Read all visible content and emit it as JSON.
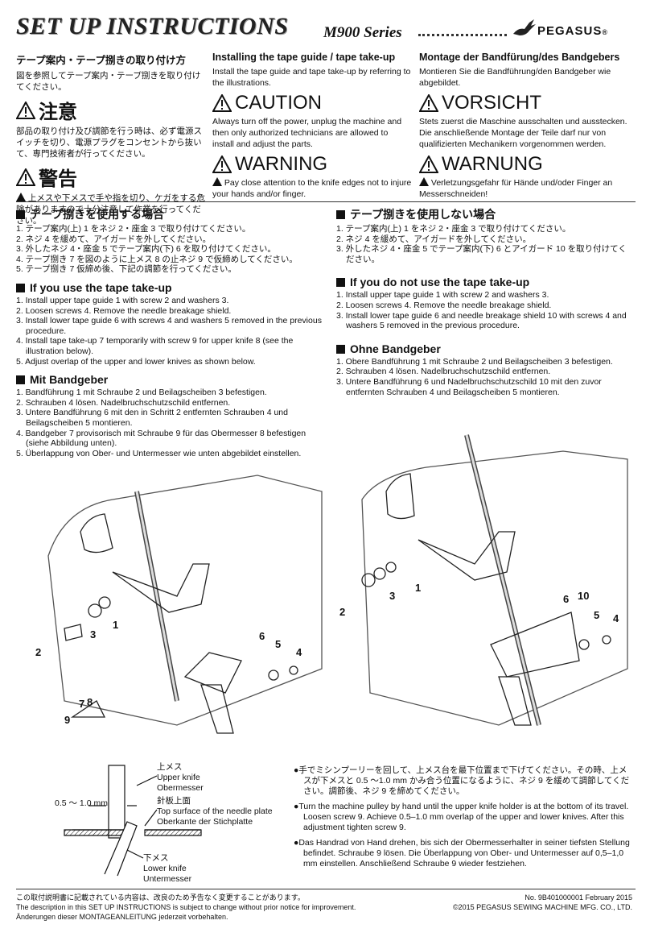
{
  "header": {
    "title": "SET UP INSTRUCTIONS",
    "series": "M900 Series",
    "brand": "PEGASUS",
    "reg": "®"
  },
  "jp": {
    "heading": "テープ案内・テープ捌きの取り付け方",
    "body": "図を参照してテープ案内・テープ捌きを取り付けてください。",
    "caution_title": "注意",
    "caution_text": "部品の取り付け及び調節を行う時は、必ず電源スイッチを切り、電源プラグをコンセントから抜いて、専門技術者が行ってください。",
    "warning_title": "警告",
    "warning_text": "上メスや下メスで手や指を切り、ケガをする危険がありますので十分注意して作業を行ってください。"
  },
  "en": {
    "heading": "Installing the tape guide / tape take-up",
    "body": "Install the tape guide and tape take-up by referring to the illustrations.",
    "caution_title": "CAUTION",
    "caution_text": "Always turn off the power, unplug the machine and then only authorized technicians are allowed to install and adjust the parts.",
    "warning_title": "WARNING",
    "warning_text": "Pay close attention to the knife edges not to injure your hands and/or finger."
  },
  "de": {
    "heading": "Montage der Bandfürung/des Bandgebers",
    "body": "Montieren Sie die Bandführung/den Bandgeber wie abgebildet.",
    "caution_title": "VORSICHT",
    "caution_text": "Stets zuerst die Maschine ausschalten und ausstecken. Die anschließende Montage der Teile darf nur von qualifizierten Mechanikern vorgenommen werden.",
    "warning_title": "WARNUNG",
    "warning_text": "Verletzungsgefahr für Hände und/oder Finger an Messerschneiden!"
  },
  "left": {
    "jp_heading": "テープ捌きを使用する場合",
    "jp_steps": [
      "1. テープ案内(上) 1 をネジ 2・座金 3 で取り付けてください。",
      "2. ネジ 4 を緩めて、アイガードを外してください。",
      "3. 外したネジ 4・座金 5 でテープ案内(下) 6 を取り付けてください。",
      "4. テープ捌き 7 を図のように上メス 8 の止ネジ 9 で仮締めしてください。",
      "5. テープ捌き 7 仮締め後、下記の調節を行ってください。"
    ],
    "en_heading": "If you use the tape take-up",
    "en_steps": [
      "1. Install upper tape guide 1 with screw 2 and washers 3.",
      "2. Loosen screws 4.  Remove the needle breakage shield.",
      "3. Install lower tape guide 6 with screws 4 and washers 5 removed in the previous procedure.",
      "4. Install tape take-up 7 temporarily with screw 9 for upper knife 8 (see the illustration below).",
      "5. Adjust overlap of the upper and lower knives as shown below."
    ],
    "de_heading": "Mit Bandgeber",
    "de_steps": [
      "1. Bandführung 1 mit Schraube 2 und Beilagscheiben 3 befestigen.",
      "2. Schrauben 4 lösen.  Nadelbruchschutzschild entfernen.",
      "3. Untere Bandführung 6 mit den in Schritt 2 entfernten Schrauben 4 und Beilagscheiben 5 montieren.",
      "4. Bandgeber 7 provisorisch mit Schraube 9 für das Obermesser 8 befestigen (siehe Abbildung unten).",
      "5. Überlappung von Ober- und Untermesser wie unten abgebildet einstellen."
    ]
  },
  "right": {
    "jp_heading": "テープ捌きを使用しない場合",
    "jp_steps": [
      "1. テープ案内(上) 1 をネジ 2・座金 3 で取り付けてください。",
      "2. ネジ 4 を緩めて、アイガードを外してください。",
      "3. 外したネジ 4・座金 5 でテープ案内(下) 6 とアイガード 10 を取り付けてください。"
    ],
    "en_heading": "If you do not use the tape take-up",
    "en_steps": [
      "1. Install upper tape guide 1 with screw 2 and washers 3.",
      "2. Loosen screws 4.  Remove the needle breakage shield.",
      "3. Install lower tape guide 6 and needle breakage shield 10 with screws 4 and washers 5 removed in the previous procedure."
    ],
    "de_heading": "Ohne Bandgeber",
    "de_steps": [
      "1. Obere Bandführung 1 mit Schraube 2 und Beilagscheiben 3 befestigen.",
      "2. Schrauben 4 lösen.  Nadelbruchschutzschild entfernen.",
      "3. Untere Bandführung 6 und Nadelbruchschutzschild 10 mit den zuvor entfernten Schrauben 4 und Beilagscheiben 5 montieren."
    ]
  },
  "figure_labels": {
    "left": [
      "1",
      "2",
      "3",
      "4",
      "5",
      "6",
      "7",
      "8",
      "9"
    ],
    "right": [
      "1",
      "2",
      "3",
      "4",
      "5",
      "6",
      "10"
    ]
  },
  "knife_diagram": {
    "gap": "0.5 ～ 1.0 mm",
    "upper_jp": "上メス",
    "upper_en": "Upper knife",
    "upper_de": "Obermesser",
    "plate_jp": "針板上面",
    "plate_en": "Top surface of the needle plate",
    "plate_de": "Oberkante der Stichplatte",
    "lower_jp": "下メス",
    "lower_en": "Lower knife",
    "lower_de": "Untermesser"
  },
  "notes": [
    "●手でミシンプーリーを回して、上メス台を最下位置まで下げてください。その時、上メスが下メスと 0.5 ～1.0 mm かみ合う位置になるように、ネジ 9 を緩めて調節してください。調節後、ネジ 9 を締めてください。",
    "●Turn the machine pulley by hand until the upper knife holder is at the bottom of its travel.  Loosen screw 9.  Achieve 0.5–1.0 mm overlap of the upper and lower knives.  After this adjustment tighten screw 9.",
    "●Das Handrad von Hand drehen, bis sich der Obermesserhalter in seiner tiefsten Stellung befindet. Schraube 9 lösen. Die Überlappung von Ober- und Untermesser auf 0,5–1,0 mm einstellen.  Anschließend Schraube 9 wieder festziehen."
  ],
  "footer": {
    "jp": "この取付説明書に記載されている内容は、改良のため予告なく変更することがあります。",
    "en": "The description in this SET UP INSTRUCTIONS is subject to change without prior notice for improvement.",
    "de": "Änderungen dieser MONTAGEANLEITUNG jederzeit vorbehalten.",
    "doc_no": "No. 9B401000001   February 2015",
    "copyright": "©2015 PEGASUS SEWING MACHINE MFG. CO., LTD."
  }
}
